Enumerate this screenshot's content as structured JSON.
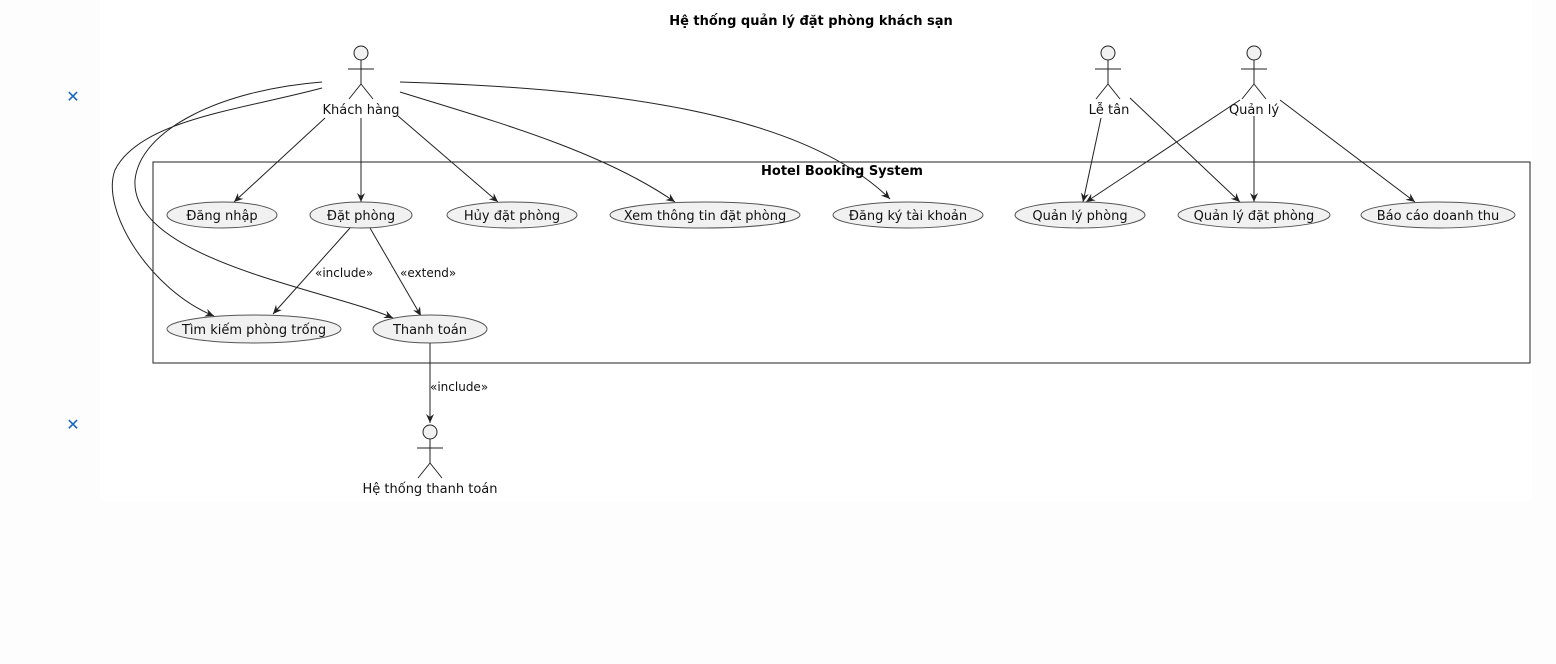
{
  "diagram": {
    "title": "Hệ thống quản lý đặt phòng khách sạn",
    "system_boundary_label": "Hotel Booking System",
    "actors": {
      "customer": "Khách hàng",
      "receptionist": "Lễ tân",
      "manager": "Quản lý",
      "payment_system": "Hệ thống thanh toán"
    },
    "use_cases": {
      "login": "Đăng nhập",
      "book_room": "Đặt phòng",
      "cancel_booking": "Hủy đặt phòng",
      "view_booking": "Xem thông tin đặt phòng",
      "register": "Đăng ký tài khoản",
      "manage_rooms": "Quản lý phòng",
      "manage_bookings": "Quản lý đặt phòng",
      "revenue_report": "Báo cáo doanh thu",
      "search_rooms": "Tìm kiếm phòng trống",
      "payment": "Thanh toán"
    },
    "relations": {
      "include_1": "«include»",
      "extend_1": "«extend»",
      "include_2": "«include»"
    }
  },
  "toolbar": {
    "close_icon_1": "✕",
    "close_icon_2": "✕"
  },
  "colors": {
    "usecase_fill": "#f1f1f1",
    "line": "#222222",
    "icon_accent": "#1565c0"
  }
}
